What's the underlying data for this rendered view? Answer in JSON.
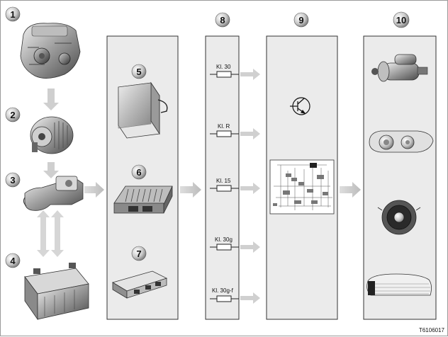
{
  "diagram": {
    "callouts": {
      "engine": "1",
      "alternator": "2",
      "jump_start_terminal": "3",
      "battery": "4",
      "module_5": "5",
      "module_6": "6",
      "module_7": "7",
      "fuses_column": "8",
      "logic_column": "9",
      "consumers_column": "10"
    },
    "terminals": [
      "Kl. 30",
      "Kl. R",
      "Kl. 15",
      "Kl. 30g",
      "Kl. 30g-f"
    ],
    "image_code": "T6106017"
  }
}
